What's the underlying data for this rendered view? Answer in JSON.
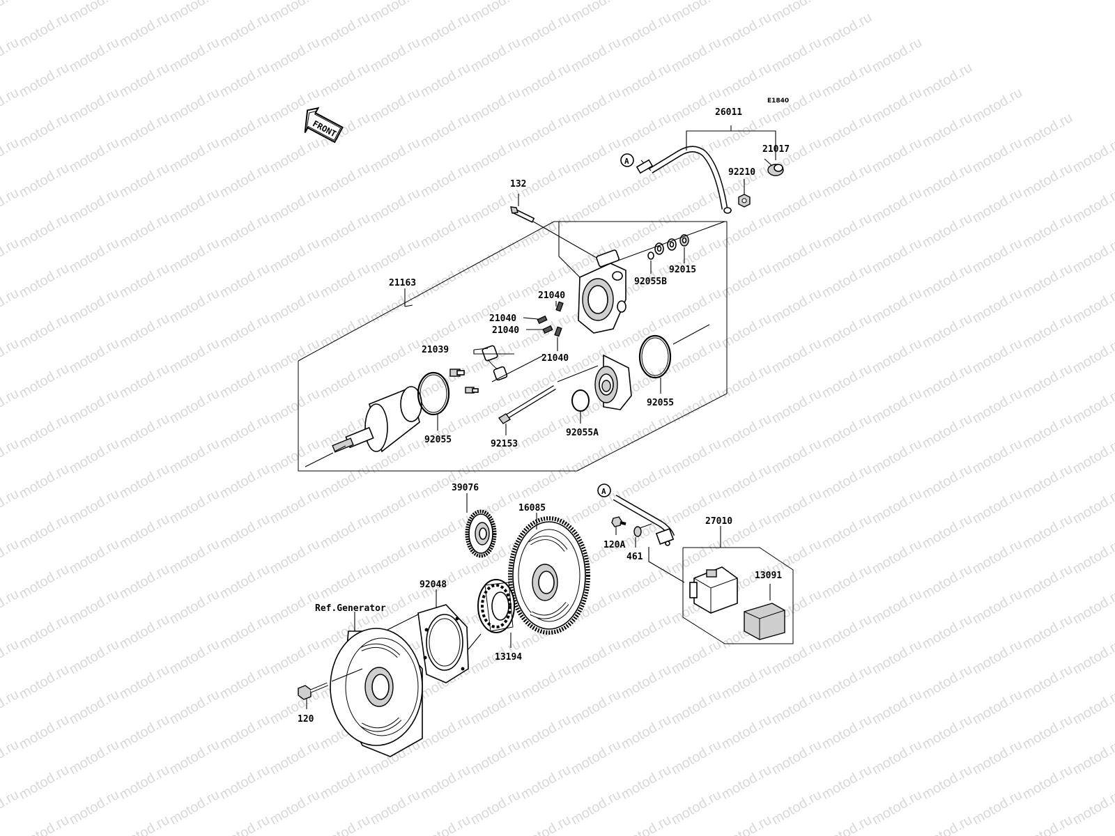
{
  "diagram": {
    "code": "E1840",
    "front_label": "FRONT",
    "ref_label": "Ref.Generator",
    "watermark": "motod.ru",
    "callouts": {
      "c26011": "26011",
      "c21017": "21017",
      "c92210": "92210",
      "c132": "132",
      "c92015": "92015",
      "c92055b": "92055B",
      "c21163": "21163",
      "c21040a": "21040",
      "c21040b": "21040",
      "c21040c": "21040",
      "c21040d": "21040",
      "c21039": "21039",
      "c92055r": "92055",
      "c92055l": "92055",
      "c92153": "92153",
      "c92055a": "92055A",
      "c39076": "39076",
      "c16085": "16085",
      "c27010": "27010",
      "c120a": "120A",
      "c461": "461",
      "c13091": "13091",
      "c92048": "92048",
      "c13194": "13194",
      "c120": "120",
      "markA1": "A",
      "markA2": "A"
    }
  }
}
